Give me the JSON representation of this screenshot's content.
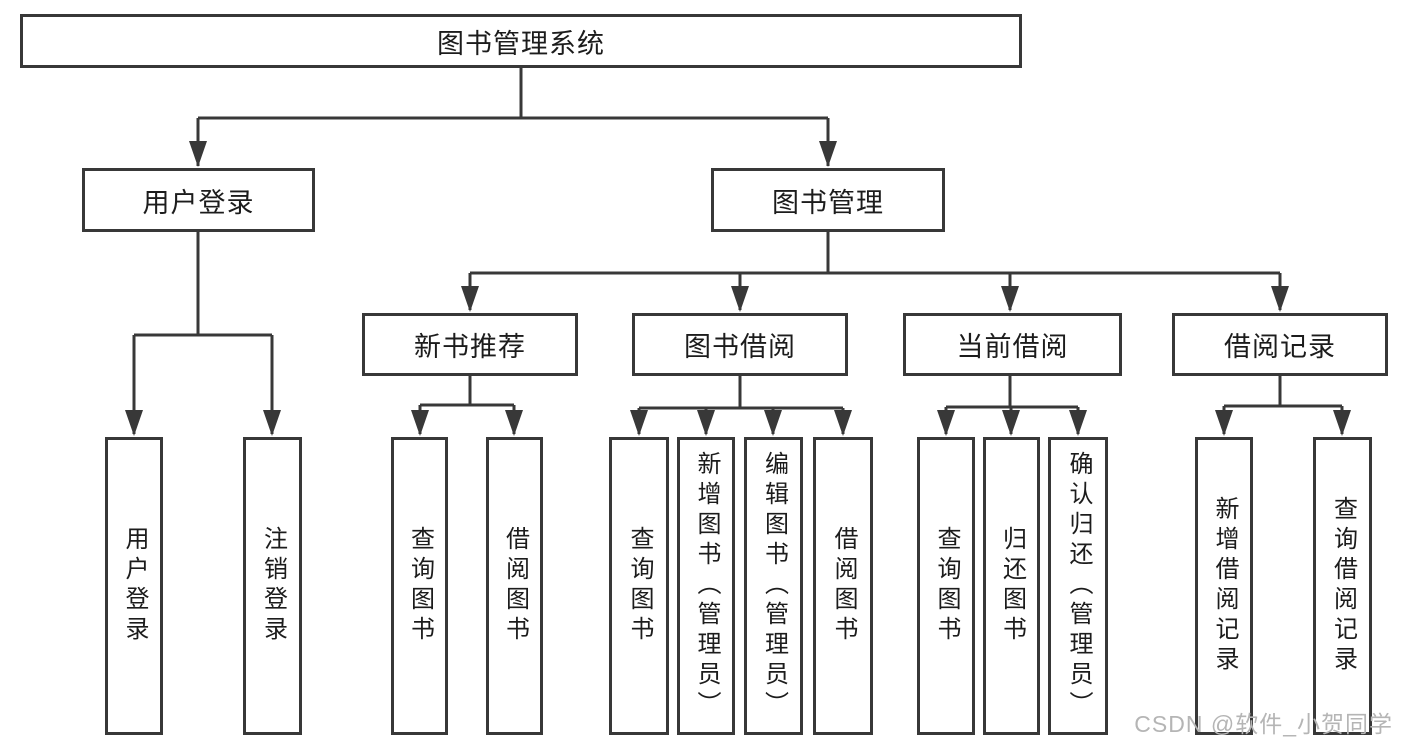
{
  "nodes": {
    "root": "图书管理系统",
    "user_login": "用户登录",
    "book_mgmt": "图书管理",
    "ul_login": "用户登录",
    "ul_logout": "注销登录",
    "new_book": "新书推荐",
    "borrow": "图书借阅",
    "current": "当前借阅",
    "records": "借阅记录",
    "nb_query": "查询图书",
    "nb_borrow": "借阅图书",
    "bw_query": "查询图书",
    "bw_add": "新增图书（管理员）",
    "bw_edit": "编辑图书（管理员）",
    "bw_borrow": "借阅图书",
    "cu_query": "查询图书",
    "cu_return": "归还图书",
    "cu_confirm": "确认归还（管理员）",
    "rc_add": "新增借阅记录",
    "rc_query": "查询借阅记录"
  },
  "watermark": "CSDN @软件_小贺同学",
  "colors": {
    "line": "#383838",
    "box_border": "#383838",
    "text": "#1c1c1c",
    "watermark": "#b5b5b5",
    "background": "#ffffff"
  }
}
